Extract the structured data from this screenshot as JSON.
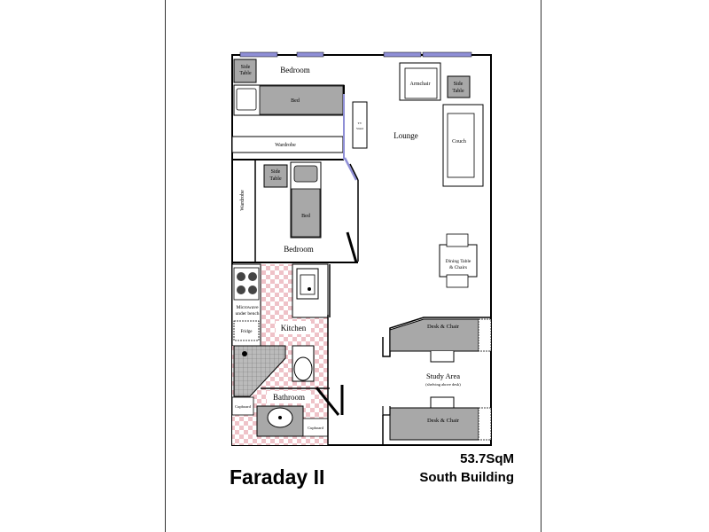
{
  "plan": {
    "name": "Faraday II",
    "area": "53.7SqM",
    "building": "South Building"
  },
  "labels": {
    "bedroom1": "Bedroom",
    "side_table1_l1": "Side",
    "side_table1_l2": "Table",
    "bed1": "Bed",
    "wardrobe1": "Wardrobe",
    "tv_stand_l1": "TV",
    "tv_stand_l2": "Stand",
    "armchair": "Armchair",
    "side_table3_l1": "Side",
    "side_table3_l2": "Table",
    "lounge": "Lounge",
    "couch": "Couch",
    "side_table2_l1": "Side",
    "side_table2_l2": "Table",
    "wardrobe2": "Wardrobe",
    "bed2": "Bed",
    "bedroom2": "Bedroom",
    "dining_l1": "Dining Table",
    "dining_l2": "& Chairs",
    "microwave_l1": "Microwave",
    "microwave_l2": "under bench",
    "fridge": "Fridge",
    "kitchen": "Kitchen",
    "desk1": "Desk & Chair",
    "study": "Study Area",
    "study_note": "(shelving above desk)",
    "bathroom": "Bathroom",
    "cupboard1": "Cupboard",
    "cupboard2": "Cupboard",
    "desk2": "Desk & Chair"
  },
  "colors": {
    "window": "#8f8fd6",
    "furniture": "#a8a8a8",
    "tile_pink": "#efc2c8",
    "wall": "#000000"
  }
}
